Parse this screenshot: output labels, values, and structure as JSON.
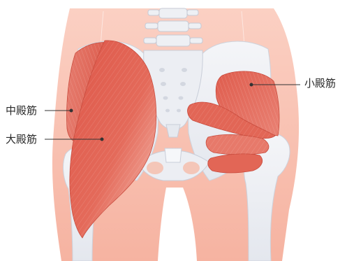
{
  "labels": {
    "gluteus_minimus": "小殿筋",
    "gluteus_medius": "中殿筋",
    "gluteus_maximus": "大殿筋"
  },
  "colors": {
    "skin": "#f7b7a6",
    "skin_light": "#fbd3c7",
    "bone": "#eef0f4",
    "bone_edge": "#c9ced9",
    "muscle": "#e0604f",
    "muscle_light": "#f08878",
    "leader_line": "#333333"
  }
}
